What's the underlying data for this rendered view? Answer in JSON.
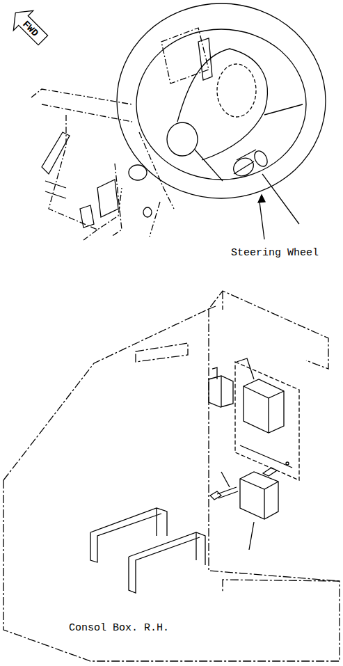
{
  "diagram": {
    "nodes": [
      {
        "text": [
          "FWD"
        ]
      }
    ],
    "labels": [
      "Steering Wheel",
      "Consol Box. R.H."
    ]
  }
}
